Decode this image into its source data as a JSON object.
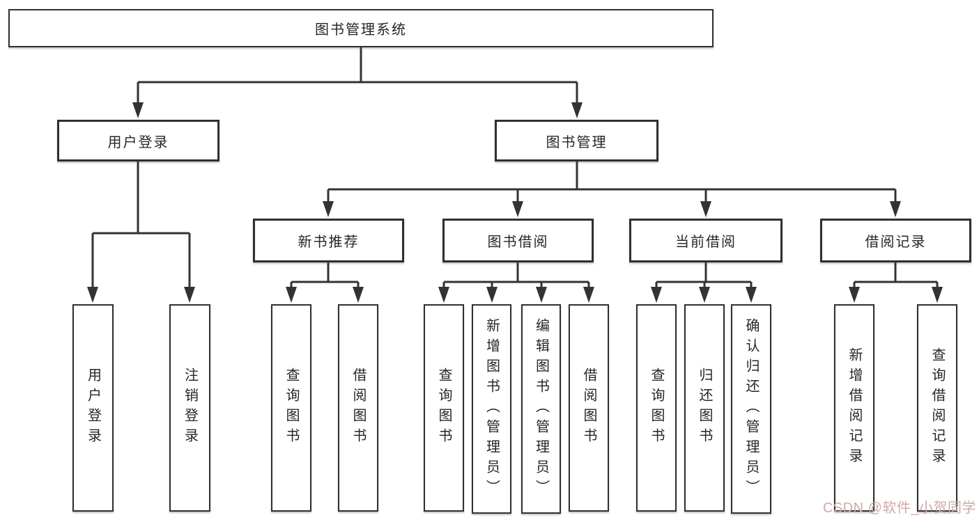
{
  "tree": {
    "root": "图书管理系统",
    "branches": [
      {
        "label": "用户登录",
        "children": [
          "用户登录",
          "注销登录"
        ]
      },
      {
        "label": "图书管理",
        "groups": [
          {
            "label": "新书推荐",
            "children": [
              "查询图书",
              "借阅图书"
            ]
          },
          {
            "label": "图书借阅",
            "children": [
              "查询图书",
              "新增图书（管理员）",
              "编辑图书（管理员）",
              "借阅图书"
            ]
          },
          {
            "label": "当前借阅",
            "children": [
              "查询图书",
              "归还图书",
              "确认归还（管理员）"
            ]
          },
          {
            "label": "借阅记录",
            "children": [
              "新增借阅记录",
              "查询借阅记录"
            ]
          }
        ]
      }
    ]
  },
  "watermark": {
    "text": "CSDN @软件_小贺同学",
    "color": "#cfa9a9"
  },
  "colors": {
    "line": "#333333",
    "border": "#303030",
    "text": "#262626",
    "background": "#ffffff"
  }
}
